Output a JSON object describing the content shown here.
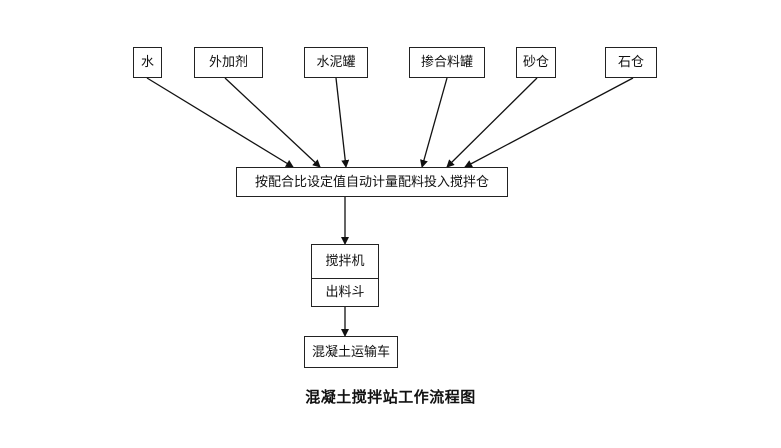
{
  "diagram": {
    "sources": [
      {
        "id": "water",
        "label": "水"
      },
      {
        "id": "admixture",
        "label": "外加剂"
      },
      {
        "id": "cement",
        "label": "水泥罐"
      },
      {
        "id": "mixture",
        "label": "掺合料罐"
      },
      {
        "id": "sand",
        "label": "砂仓"
      },
      {
        "id": "stone",
        "label": "石仓"
      }
    ],
    "batching": {
      "label": "按配合比设定值自动计量配料投入搅拌仓"
    },
    "mixer": {
      "top_label": "搅拌机",
      "bottom_label": "出料斗"
    },
    "transport": {
      "label": "混凝土运输车"
    },
    "caption": "混凝土搅拌站工作流程图"
  }
}
